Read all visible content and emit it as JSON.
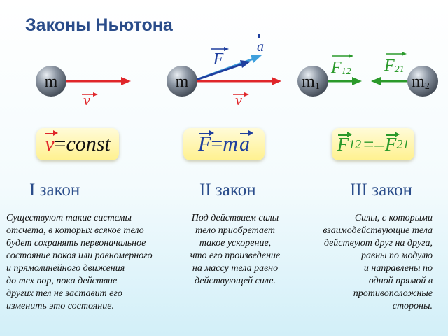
{
  "title": "Законы Ньютона",
  "diagram": {
    "ball_m": "m",
    "ball_m1_base": "m",
    "ball_m1_sub": "1",
    "ball_m2_base": "m",
    "ball_m2_sub": "2",
    "label_v": "v",
    "label_F": "F",
    "label_a": "a",
    "label_F12_base": "F",
    "label_F12_sub": "12",
    "label_F21_base": "F",
    "label_F21_sub": "21"
  },
  "formulas": {
    "first": {
      "v": "v",
      "eq": "=",
      "const": "const"
    },
    "second": {
      "F": "F",
      "eq": "=",
      "m": "m",
      "a": "a"
    },
    "third": {
      "F": "F",
      "sub12": "12",
      "eq": "=",
      "minus": "–",
      "F2": "F",
      "sub21": "21"
    }
  },
  "laws": [
    {
      "title": "I закон",
      "text": "Существуют такие системы\nотсчета, в которых всякое тело\nбудет сохранять первоначальное\nсостояние покоя или равномерного\nи прямолинейного движения\nдо тех пор, пока действие\nдругих тел не заставит его\nизменить это состояние."
    },
    {
      "title": "II закон",
      "text": "Под действием силы\nтело приобретает\nтакое ускорение,\nчто его произведение\nна массу тела равно\nдействующей силе."
    },
    {
      "title": "III закон",
      "text": "Силы, с которыми\nвзаимодействующие тела\nдействуют друг на друга,\nравны по модулю\nи направлены по\nодной прямой в\nпротивоположные\nстороны."
    }
  ],
  "colors": {
    "title": "#2a4c8a",
    "red": "#e0262a",
    "blue": "#1f3f9e",
    "green": "#2b9a2b",
    "ball": "#7c8694",
    "box": "#fff18f"
  }
}
